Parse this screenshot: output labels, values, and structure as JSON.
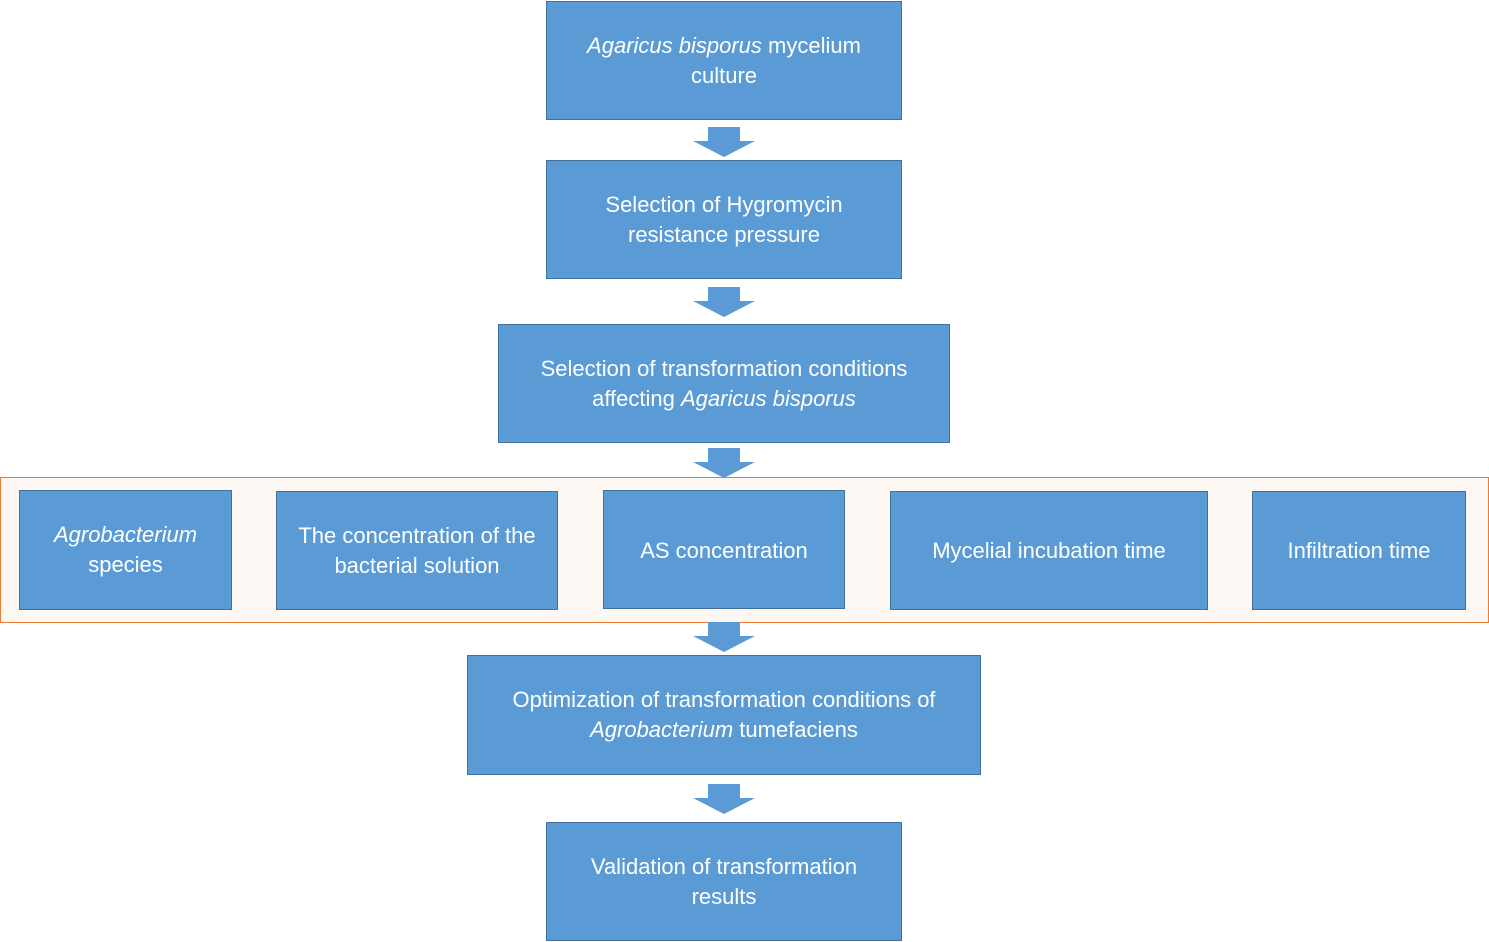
{
  "nodes": {
    "mycelium": {
      "it": "Agaricus bisporus",
      "rest": " mycelium culture"
    },
    "hygromycin": {
      "text": "Selection of Hygromycin resistance pressure"
    },
    "conditions": {
      "pre": "Selection of transformation conditions affecting ",
      "it": "Agaricus bisporus"
    },
    "species": {
      "it": "Agrobacterium",
      "rest": " species"
    },
    "bacterial": {
      "text": "The concentration of the bacterial solution"
    },
    "as_conc": {
      "text": "AS concentration"
    },
    "incubation": {
      "text": "Mycelial incubation time"
    },
    "infiltration": {
      "text": "Infiltration time"
    },
    "optimization": {
      "pre": "Optimization of transformation conditions of ",
      "it": "Agrobacterium",
      "rest": " tumefaciens"
    },
    "validation": {
      "text": "Validation of transformation results"
    }
  },
  "colors": {
    "box_fill": "#5b9bd5",
    "box_border": "#41719c",
    "group_border": "#ed7d31",
    "arrow_fill": "#5b9bd5"
  }
}
